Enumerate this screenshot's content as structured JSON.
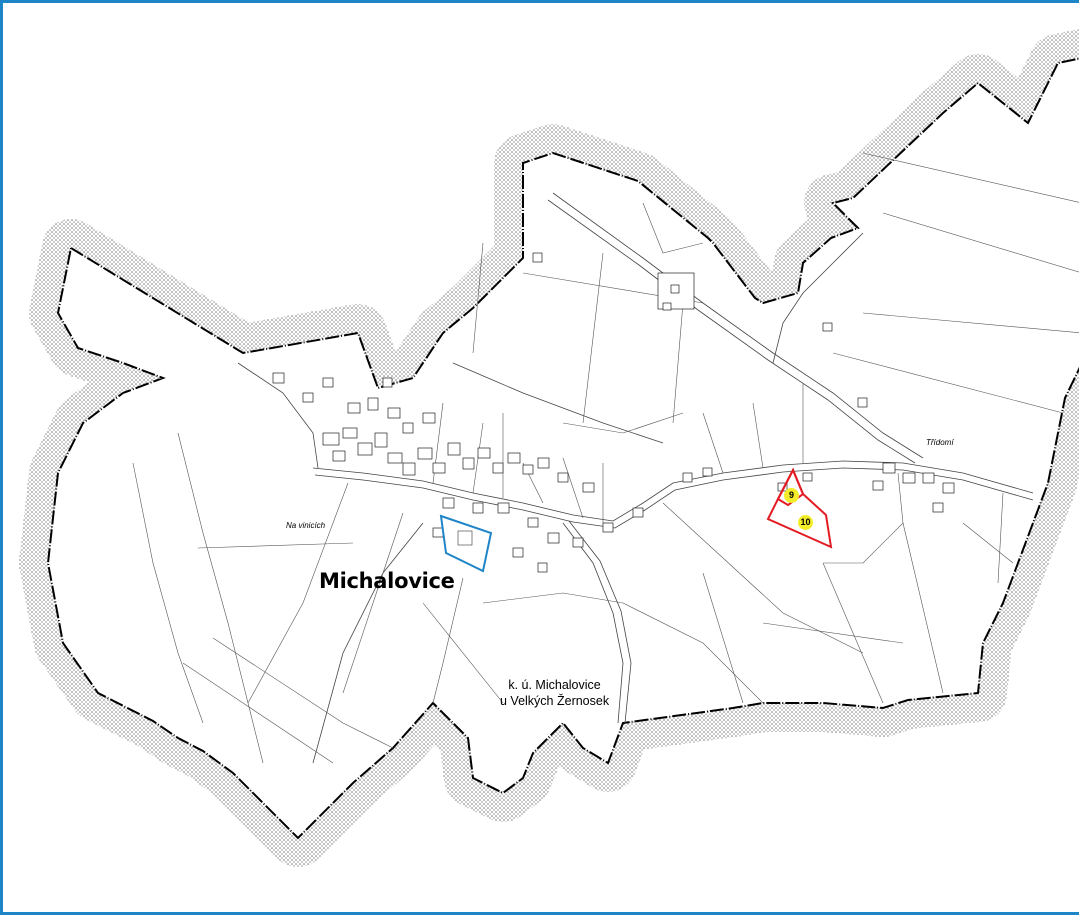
{
  "map": {
    "town_name": "Michalovice",
    "cadastral_line1": "k. ú. Michalovice",
    "cadastral_line2": "u Velkých Žernosek",
    "localities": [
      "Na vinicích",
      "Třídomí"
    ],
    "plots": [
      {
        "number": "9",
        "color": "#e31b23"
      },
      {
        "number": "10",
        "color": "#e31b23"
      }
    ],
    "highlight_color": "#1e86c8",
    "frame_color": "#1e86c8"
  }
}
